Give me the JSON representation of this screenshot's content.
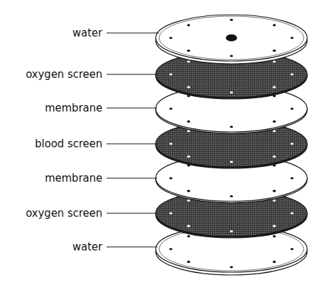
{
  "diagram": {
    "labels": [
      "water",
      "oxygen screen",
      "membrane",
      "blood screen",
      "membrane",
      "oxygen screen",
      "water"
    ]
  }
}
